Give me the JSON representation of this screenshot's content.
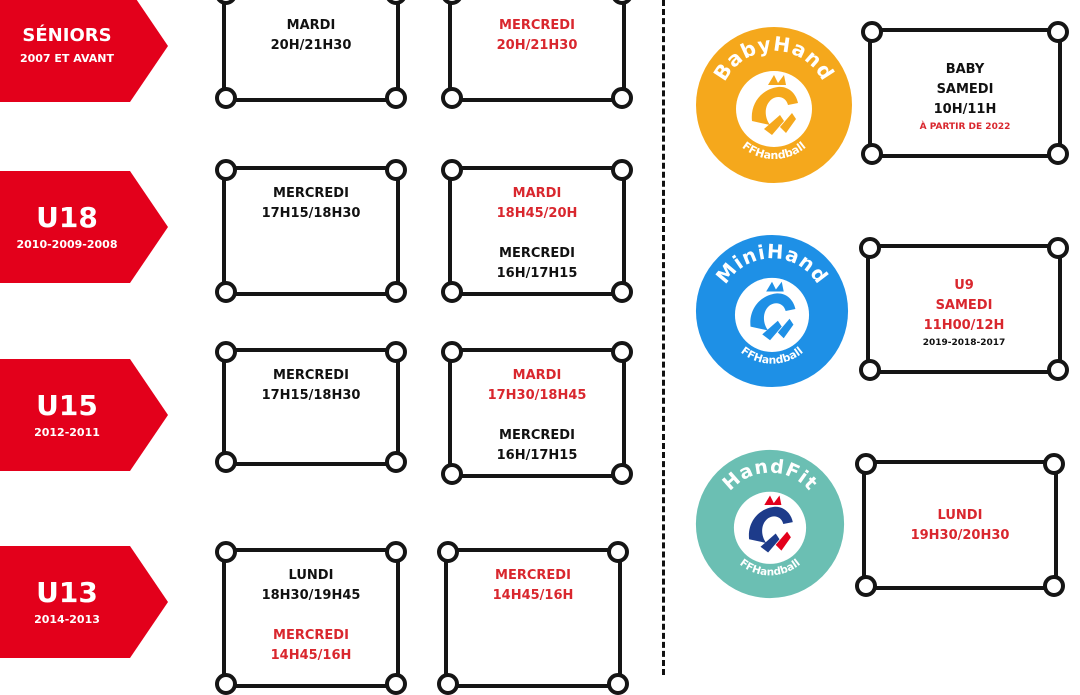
{
  "colors": {
    "category_red": "#e3001b",
    "text_red": "#d9272e",
    "babyhand": "#f5a81c",
    "minihand": "#1e90e6",
    "handfit": "#6bbfb3",
    "ink": "#151515"
  },
  "categories": [
    {
      "name": "SÉNIORS",
      "years": "2007 ET AVANT"
    },
    {
      "name": "U18",
      "years": "2010-2009-2008"
    },
    {
      "name": "U15",
      "years": "2012-2011"
    },
    {
      "name": "U13",
      "years": "2014-2013"
    }
  ],
  "schedule": {
    "seniors": {
      "a": [
        "MARDI",
        "20H/21H30"
      ],
      "b": [
        "MERCREDI",
        "20H/21H30"
      ]
    },
    "u18": {
      "a": [
        "MERCREDI",
        "17H15/18H30"
      ],
      "b_red": [
        "MARDI",
        "18H45/20H"
      ],
      "b_black": [
        "MERCREDI",
        "16H/17H15"
      ]
    },
    "u15": {
      "a": [
        "MERCREDI",
        "17H15/18H30"
      ],
      "b_red": [
        "MARDI",
        "17H30/18H45"
      ],
      "b_black": [
        "MERCREDI",
        "16H/17H15"
      ]
    },
    "u13": {
      "a_black": [
        "LUNDI",
        "18H30/19H45"
      ],
      "a_red": [
        "MERCREDI",
        "14H45/16H"
      ],
      "b": [
        "MERCREDI",
        "14H45/16H"
      ]
    }
  },
  "programs": [
    {
      "logo_text": "BabyHand",
      "logo_sub": "FFHandball",
      "icon": "rooster-icon",
      "lines": [
        "BABY",
        "SAMEDI",
        "10H/11H"
      ],
      "note": "À PARTIR DE 2022"
    },
    {
      "logo_text": "MiniHand",
      "logo_sub": "FFHandball",
      "icon": "rooster-icon",
      "lines": [
        "U9",
        "SAMEDI",
        "11H00/12H"
      ],
      "note": "2019-2018-2017"
    },
    {
      "logo_text": "HandFit",
      "logo_sub": "FFHandball",
      "icon": "rooster-icon",
      "lines": [
        "LUNDI",
        "19H30/20H30"
      ]
    }
  ]
}
